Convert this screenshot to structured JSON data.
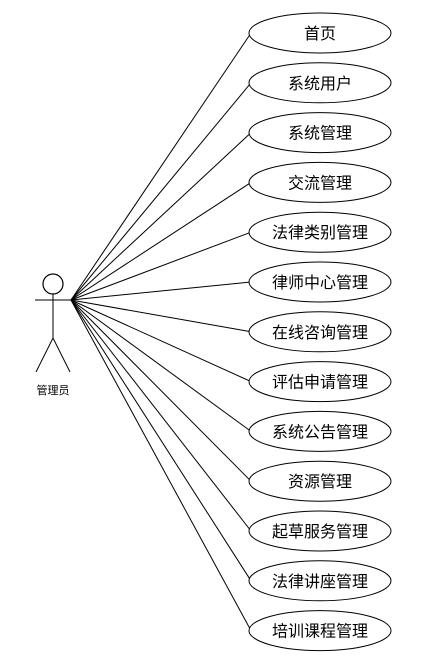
{
  "actor": {
    "label": "管理员"
  },
  "use_cases": [
    "首页",
    "系统用户",
    "系统管理",
    "交流管理",
    "法律类别管理",
    "律师中心管理",
    "在线咨询管理",
    "评估申请管理",
    "系统公告管理",
    "资源管理",
    "起草服务管理",
    "法律讲座管理",
    "培训课程管理"
  ]
}
